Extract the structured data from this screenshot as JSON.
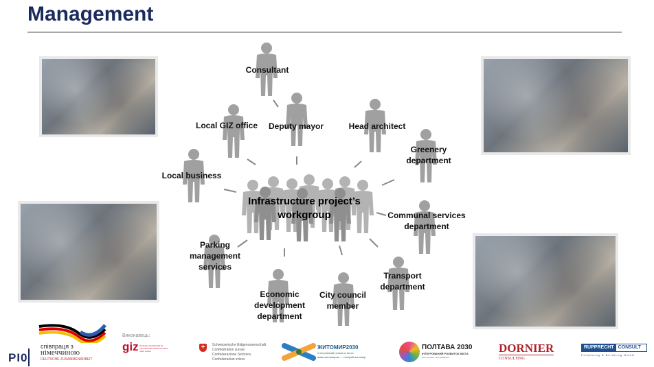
{
  "title": "Management",
  "center_label": "Infrastructure project’s workgroup",
  "center_label_lines": [
    "Infrastructure project’s",
    "workgroup"
  ],
  "stakeholders": [
    {
      "id": "consultant",
      "label": "Consultant"
    },
    {
      "id": "local-giz-office",
      "label": "Local GIZ office"
    },
    {
      "id": "deputy-mayor",
      "label": "Deputy mayor"
    },
    {
      "id": "head-architect",
      "label": "Head architect"
    },
    {
      "id": "greenery",
      "label": "Greenery\ndepartment",
      "lines": [
        "Greenery",
        "department"
      ]
    },
    {
      "id": "local-business",
      "label": "Local business"
    },
    {
      "id": "communal",
      "lines": [
        "Communal services",
        "department"
      ]
    },
    {
      "id": "parking",
      "lines": [
        "Parking",
        "management",
        "services"
      ]
    },
    {
      "id": "economic",
      "lines": [
        "Economic",
        "development",
        "department"
      ]
    },
    {
      "id": "city-council",
      "lines": [
        "City council",
        "member"
      ]
    },
    {
      "id": "transport",
      "lines": [
        "Transport",
        "department"
      ]
    }
  ],
  "footer": {
    "page_mark": "PI0",
    "cooperation_logo": {
      "line1": "співпраця з",
      "line2": "німеччиною",
      "line3": "DEUTSCHE ZUSAMMENARBEIT"
    },
    "executor_label": "Виконавець:",
    "giz": {
      "mark": "giz",
      "text": "Deutsche Gesellschaft für Internationale Zusammenarbeit (GIZ) GmbH"
    },
    "swiss": [
      "Schweizerische Eidgenossenschaft",
      "Confédération suisse",
      "Confederazione Svizzera",
      "Confederaziun svizra"
    ],
    "zhytomyr": {
      "name": "ЖИТОМИР2030",
      "sub": "Інтегрований розвиток міста",
      "tag": "живи житомиром — створюй житомир"
    },
    "poltava": {
      "name": "ПОЛТАВА 2030",
      "sub": "ІНТЕГРОВАНИЙ РОЗВИТОК МІСТА",
      "tag": "моя полтава - моє майбутнє"
    },
    "dornier": {
      "name": "DORNIER",
      "sub": "CONSULTING"
    },
    "rupprecht": {
      "a": "RUPPRECHT",
      "b": "CONSULT",
      "sub": "Forschung & Beratung GmbH"
    }
  },
  "colors": {
    "title": "#1b2a5c",
    "figure": "#9c9c9c",
    "dornier": "#b0202a",
    "rupprecht": "#1f4f8f"
  }
}
